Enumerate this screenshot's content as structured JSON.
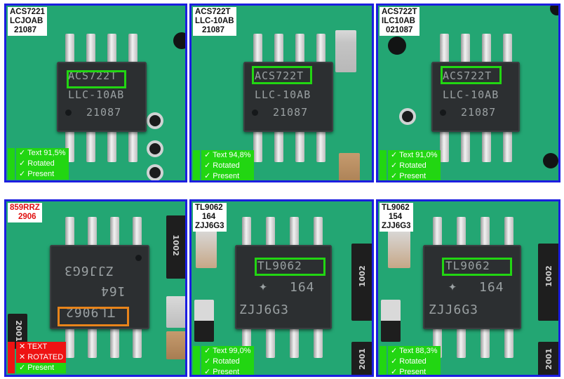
{
  "panels": [
    {
      "label": [
        "ACS7221",
        "LCJOAB",
        "21087"
      ],
      "label_color": "#111111",
      "chip_text": [
        "ACS722T",
        "LLC-10AB",
        "21087"
      ],
      "status": [
        "✓ Text 91,5%",
        "✓ Rotated",
        "✓ Present"
      ],
      "status_pass": [
        true,
        true,
        true
      ]
    },
    {
      "label": [
        "ACS722T",
        "LLC-10AB",
        "21087"
      ],
      "label_color": "#111111",
      "chip_text": [
        "ACS722T",
        "LLC-10AB",
        "21087"
      ],
      "status": [
        "✓ Text 94,8%",
        "✓ Rotated",
        "✓ Present"
      ],
      "status_pass": [
        true,
        true,
        true
      ]
    },
    {
      "label": [
        "ACS722T",
        "ILC10AB",
        "021087"
      ],
      "label_color": "#111111",
      "chip_text": [
        "ACS722T",
        "LLC-10AB",
        "21087"
      ],
      "status": [
        "✓ Text 91,0%",
        "✓ Rotated",
        "✓ Present"
      ],
      "status_pass": [
        true,
        true,
        true
      ]
    },
    {
      "label": [
        "859RRZ",
        "2906"
      ],
      "label_color": "#e01010",
      "chip_text": [
        "ZJJ6G3",
        "164",
        "TL9062"
      ],
      "status": [
        "✕ TEXT",
        "✕ ROTATED",
        "✓ Present"
      ],
      "status_pass": [
        false,
        false,
        true
      ]
    },
    {
      "label": [
        "TL9062",
        "164",
        "ZJJ6G3"
      ],
      "label_color": "#111111",
      "chip_text": [
        "TL9062",
        "164",
        "ZJJ6G3"
      ],
      "status": [
        "✓ Text 99,0%",
        "✓ Rotated",
        "✓ Present"
      ],
      "status_pass": [
        true,
        true,
        true
      ]
    },
    {
      "label": [
        "TL9062",
        "154",
        "ZJJ6G3"
      ],
      "label_color": "#111111",
      "chip_text": [
        "TL9062",
        "164",
        "ZJJ6G3"
      ],
      "status": [
        "✓ Text 88,3%",
        "✓ Rotated",
        "✓ Present"
      ],
      "status_pass": [
        true,
        true,
        true
      ]
    }
  ],
  "silkscreen": [
    "1002",
    "2001"
  ],
  "colors": {
    "frame": "#1c1ee0",
    "pass": "#22d612",
    "fail": "#ee1313",
    "warn_box": "#e8841a",
    "pcb": "#23a673"
  }
}
